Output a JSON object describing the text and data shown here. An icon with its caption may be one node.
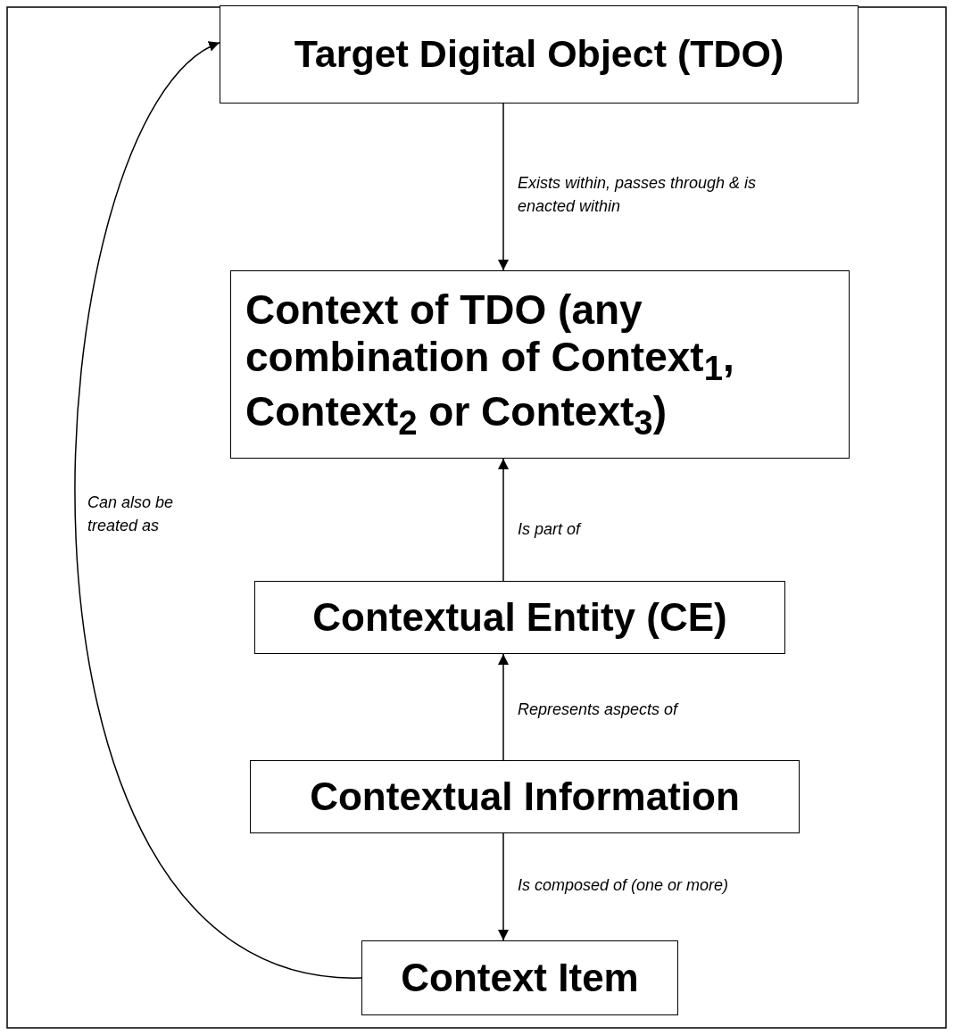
{
  "diagram": {
    "nodes": [
      {
        "text": [
          "Target Digital Object (TDO)"
        ]
      },
      {
        "text": [
          "Context of TDO (any combination of Context$_{1}$, Context$_{2}$ or Context$_{3}$)"
        ]
      },
      {
        "text": [
          "Contextual Entity (CE)"
        ]
      },
      {
        "text": [
          "Contextual Information"
        ]
      },
      {
        "text": [
          "Context Item"
        ]
      }
    ],
    "edges": [
      {
        "from": 0,
        "to": 1,
        "arrow": "to",
        "label": "Exists within, passes through & is enacted within"
      },
      {
        "from": 2,
        "to": 1,
        "arrow": "to",
        "label": "Is part of"
      },
      {
        "from": 3,
        "to": 2,
        "arrow": "to",
        "label": "Represents aspects of"
      },
      {
        "from": 3,
        "to": 4,
        "arrow": "to",
        "label": "Is composed of (one or more)"
      },
      {
        "from": 4,
        "to": 0,
        "arrow": "to",
        "label": "Can also be treated as"
      }
    ]
  }
}
